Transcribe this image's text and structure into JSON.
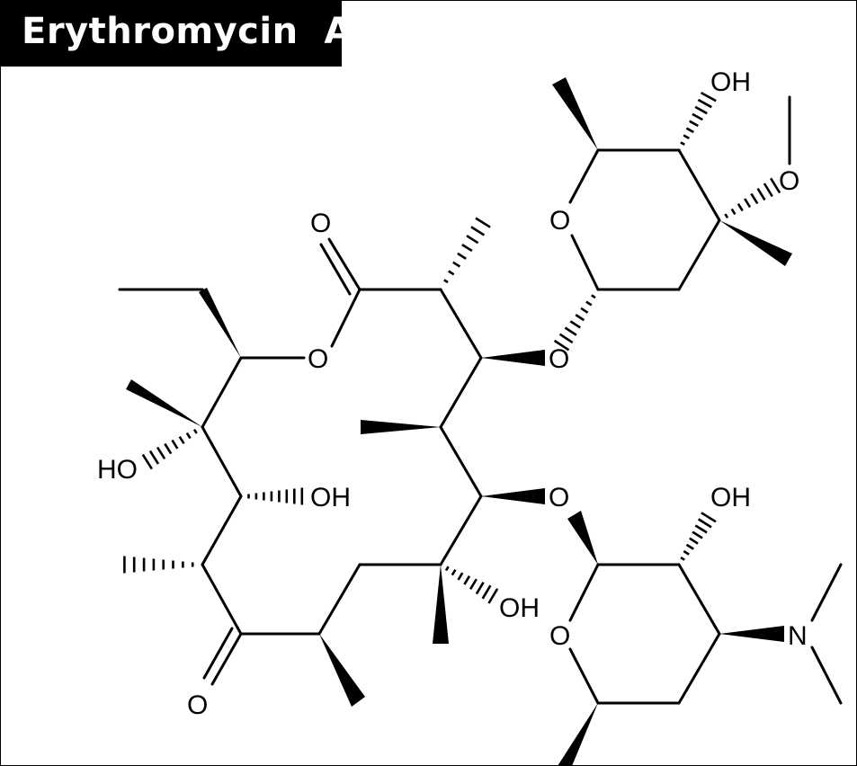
{
  "title": "Erythromycin  A",
  "labels": {
    "o_carbonyl_top": "O",
    "o_ring_ester": "O",
    "o_ring_top": "O",
    "o_link_top": "O",
    "o_methoxy": "O",
    "oh_cladinose": "OH",
    "o_link_bottom": "O",
    "o_ring_bottom": "O",
    "oh_desosamine": "OH",
    "n_dimethyl": "N",
    "ho_left": "HO",
    "oh_mid": "OH",
    "oh_c6": "OH",
    "o_ketone": "O"
  },
  "colors": {
    "ink": "#000000",
    "background": "#ffffff",
    "title_bg": "#000000",
    "title_text": "#ffffff"
  }
}
